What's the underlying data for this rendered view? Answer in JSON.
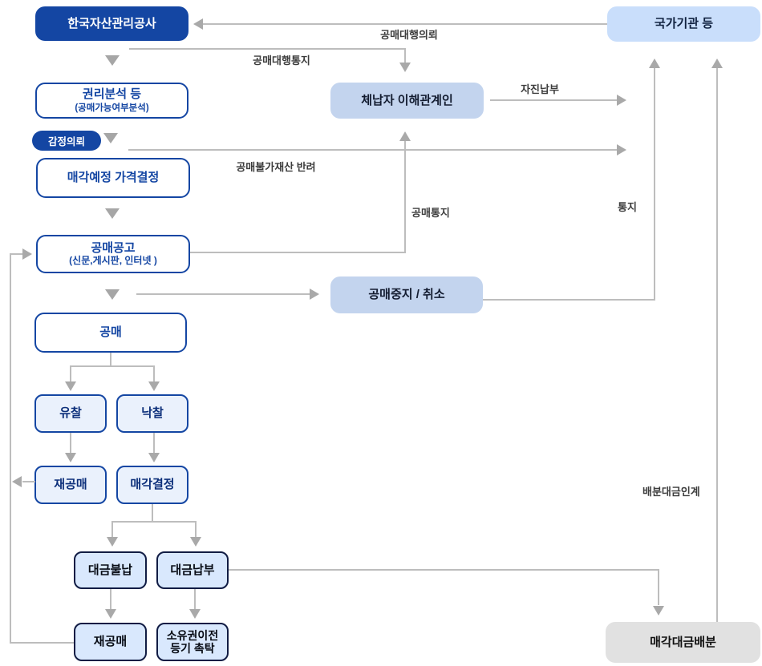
{
  "nodes": {
    "kamco": {
      "label": "한국자산관리공사"
    },
    "gov": {
      "label": "국가기관 등"
    },
    "rights": {
      "label": "권리분석 등",
      "sub": "(공매가능여부분석)"
    },
    "appraisal": {
      "label": "감정의뢰"
    },
    "price": {
      "label": "매각예정 가격결정"
    },
    "notice": {
      "label": "공매공고",
      "sub": "(신문,게시판, 인터넷 )"
    },
    "auction": {
      "label": "공매"
    },
    "failed": {
      "label": "유찰"
    },
    "won": {
      "label": "낙찰"
    },
    "reauction1": {
      "label": "재공매"
    },
    "sale_decision": {
      "label": "매각결정"
    },
    "nonpayment": {
      "label": "대금불납"
    },
    "payment": {
      "label": "대금납부"
    },
    "reauction2": {
      "label": "재공매"
    },
    "transfer": {
      "label": "소유권이전",
      "sub": "등기 촉탁"
    },
    "debtor": {
      "label": "체납자 이해관계인"
    },
    "stop": {
      "label": "공매중지 / 취소"
    },
    "distribution": {
      "label": "매각대금배분"
    }
  },
  "edge_labels": {
    "agency_request": "공매대행의뢰",
    "agency_notice": "공매대행통지",
    "voluntary_payment": "자진납부",
    "return_property": "공매불가재산 반려",
    "auction_notice": "공매통지",
    "notify": "통지",
    "handover": "배분대금인계"
  },
  "colors": {
    "primary_blue": "#1446a3",
    "navy_border": "#111c44",
    "periwinkle_fill": "#c3d4ee",
    "gov_fill": "#c9defb",
    "pale_blue_fill": "#eaf1fc",
    "soft_blue_fill": "#d9e8fd",
    "gray_fill": "#e1e1e1",
    "line_gray": "#bdbdbd",
    "arrow_gray": "#a9a9a9",
    "label_text": "#3d3d3d"
  }
}
